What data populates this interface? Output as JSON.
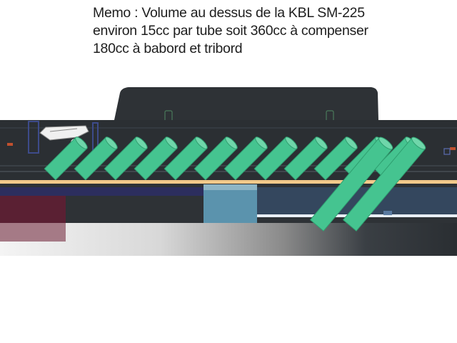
{
  "memo": {
    "line1": "Memo : Volume au dessus de la KBL SM-225",
    "line2": "environ 15cc par tube soit 360cc à compenser",
    "line3": "180cc à babord et tribord"
  },
  "diagram": {
    "upper_tube_count": 12,
    "lower_tube_count": 2,
    "colors": {
      "hull": "#2b2f33",
      "sail": "#2e3236",
      "tube": "#45c490",
      "tube_edge": "#2f9f70",
      "deck_strip": "#f2c98a",
      "band_navy": "#2c2e5e",
      "band_blue": "#34475e",
      "box_cyan": "#5b93ad",
      "maroon": "#5a2033",
      "pink": "#a57a86"
    }
  }
}
